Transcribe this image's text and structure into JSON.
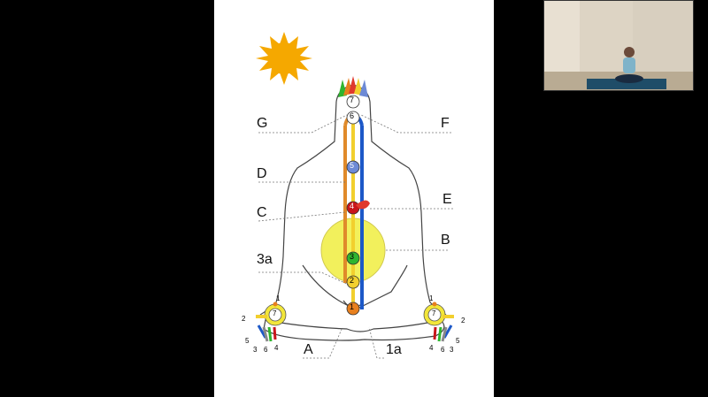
{
  "slide": {
    "labels": {
      "G": "G",
      "F": "F",
      "D": "D",
      "E": "E",
      "C": "C",
      "B": "B",
      "threeA": "3a",
      "A": "A",
      "oneA": "1a"
    },
    "chakras": [
      "1",
      "2",
      "3",
      "4",
      "5",
      "6",
      "7"
    ],
    "left_hand": {
      "palm": "7",
      "fingers": [
        "1",
        "2",
        "3",
        "4",
        "5",
        "6"
      ]
    },
    "right_hand": {
      "palm": "7",
      "fingers": [
        "1",
        "2",
        "3",
        "4",
        "5",
        "6"
      ]
    },
    "colors": {
      "sun": "#f5a800",
      "moon": "#1a8fe0",
      "chakra1": "#e8801e",
      "chakra2": "#f2cf2e",
      "chakra3": "#2fb52f",
      "chakra4": "#c8151b",
      "chakra5": "#6d8ad6",
      "channel_blue": "#1c58c8",
      "channel_orange": "#e08a2a",
      "aura": "#f0ee40"
    }
  },
  "webcam": {
    "description_icon": "person-icon"
  }
}
